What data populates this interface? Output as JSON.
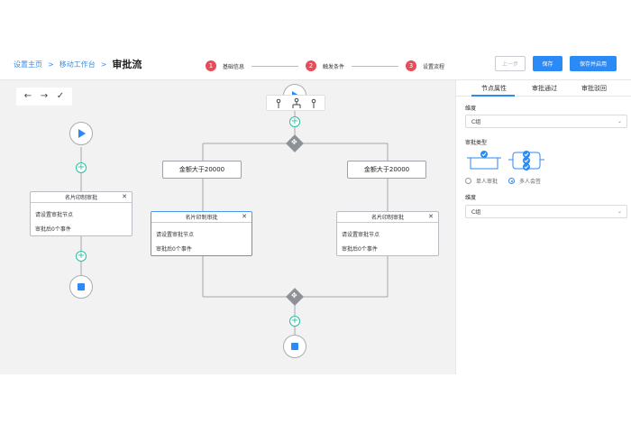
{
  "breadcrumb": {
    "home": "设置主页",
    "workspace": "移动工作台",
    "current": "审批流",
    "separator": ">"
  },
  "steps": [
    {
      "num": "1",
      "label": "基础信息"
    },
    {
      "num": "2",
      "label": "触发条件"
    },
    {
      "num": "3",
      "label": "设置流程"
    }
  ],
  "buttons": {
    "prev": "上一步",
    "save": "保存",
    "save_enable": "保存并启用"
  },
  "toolbar": {
    "undo_icon": "←",
    "redo_icon": "→",
    "confirm_icon": "✓"
  },
  "flow": {
    "conditions": [
      "金额大于20000",
      "金额大于20000"
    ],
    "cards": [
      {
        "title": "名片印制审批",
        "line1": "请设置审批节点",
        "line2": "审批后0个事件"
      },
      {
        "title": "名片印制审批",
        "line1": "请设置审批节点",
        "line2": "审批后0个事件"
      },
      {
        "title": "名片印制审批",
        "line1": "请设置审批节点",
        "line2": "审批后0个事件"
      }
    ],
    "plus": "+",
    "close": "✕"
  },
  "panel": {
    "tabs": [
      "节点属性",
      "审批通过",
      "审批驳回"
    ],
    "dimension_label": "维度",
    "dimension_value": "C组",
    "approval_type_label": "审批类型",
    "radio_single": "单人审批",
    "radio_multi": "多人会签",
    "radio_selected": "多人会签",
    "dimension2_label": "维度",
    "dimension2_value": "C组",
    "chevron": "⌄"
  },
  "colors": {
    "accent": "#2a8af6",
    "step": "#e84c5a",
    "plus": "#27c0a0",
    "gateway": "#8e9197"
  }
}
